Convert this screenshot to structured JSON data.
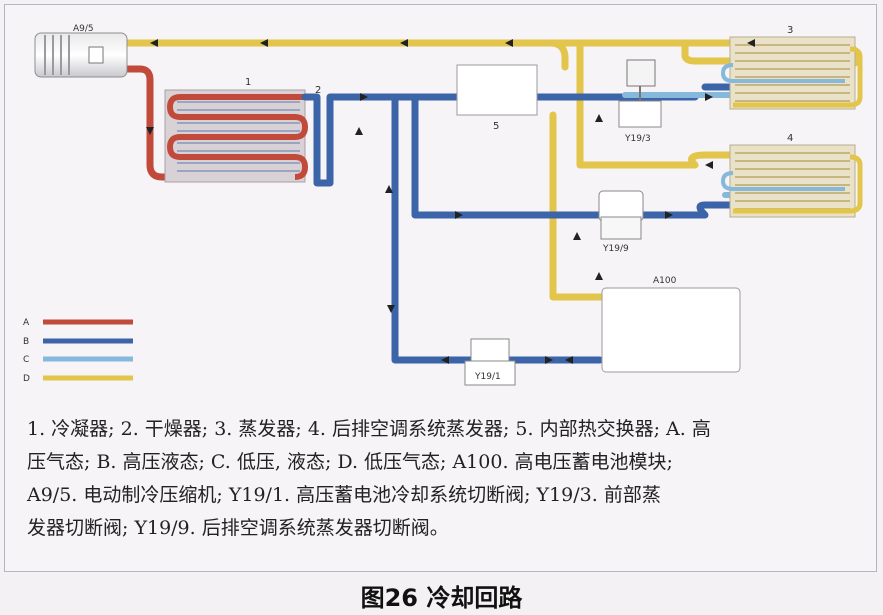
{
  "labels": {
    "compressor": "A9/5",
    "condenser_num": "1",
    "dryer_num": "2",
    "evaporator_num": "3",
    "rear_evaporator_num": "4",
    "heat_exchanger_num": "5",
    "valve_front": "Y19/3",
    "valve_rear": "Y19/9",
    "valve_battery": "Y19/1",
    "battery_module": "A100"
  },
  "legend": [
    {
      "key": "A",
      "color": "#c24a3a"
    },
    {
      "key": "B",
      "color": "#3c64a8"
    },
    {
      "key": "C",
      "color": "#86b8dc"
    },
    {
      "key": "D",
      "color": "#e2c54a"
    }
  ],
  "description": {
    "line1": "1. 冷凝器; 2. 干燥器; 3. 蒸发器; 4. 后排空调系统蒸发器; 5. 内部热交换器; A. 高",
    "line2": "压气态; B. 高压液态; C. 低压, 液态; D. 低压气态; A100. 高电压蓄电池模块;",
    "line3": "A9/5. 电动制冷压缩机;  Y19/1. 高压蓄电池冷却系统切断阀;  Y19/3. 前部蒸",
    "line4": "发器切断阀; Y19/9. 后排空调系统蒸发器切断阀。"
  },
  "caption": "图26 冷却回路"
}
